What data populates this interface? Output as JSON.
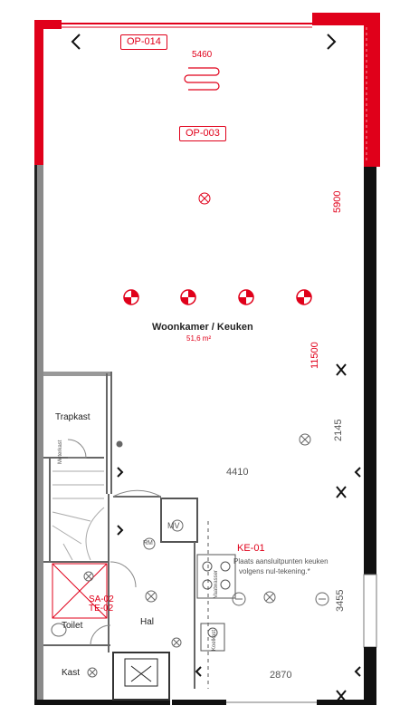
{
  "tags": {
    "op014": "OP-014",
    "op003": "OP-003",
    "ke01": "KE-01",
    "sa02": "SA-02",
    "te02": "TE-02"
  },
  "dimensions": {
    "top_heater": "5460",
    "right_upper": "5900",
    "right_mid": "11500",
    "right_lower": "2145",
    "right_bottom": "3455",
    "center_width": "4410",
    "bottom_width": "2870"
  },
  "rooms": {
    "living_name": "Woonkamer / Keuken",
    "living_area": "51,6 m²",
    "trapkast": "Trapkast",
    "toilet": "Toilet",
    "hal": "Hal",
    "kast": "Kast"
  },
  "notes": {
    "kitchen_note_line1": "Plaats aansluitpunten keuken",
    "kitchen_note_line2": "volgens nul-tekening.*",
    "mv": "MV",
    "rm": "RM",
    "vaatwasser": "Vaatwasser",
    "koelkast": "Koelkast",
    "meterkast": "Meterkast"
  },
  "colors": {
    "accent_red": "#e0001a",
    "wall_black": "#111111",
    "wall_gray": "#8a8a8a"
  }
}
